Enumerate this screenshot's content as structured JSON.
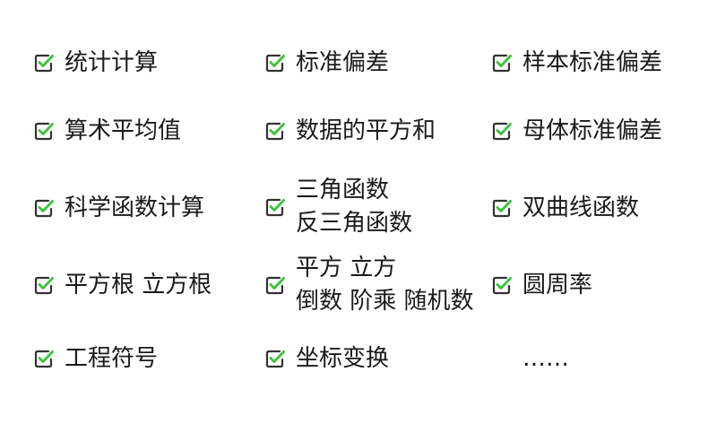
{
  "features": [
    {
      "lines": [
        "统计计算"
      ],
      "checked": true
    },
    {
      "lines": [
        "标准偏差"
      ],
      "checked": true
    },
    {
      "lines": [
        "样本标准偏差"
      ],
      "checked": true
    },
    {
      "lines": [
        "算术平均值"
      ],
      "checked": true
    },
    {
      "lines": [
        "数据的平方和"
      ],
      "checked": true
    },
    {
      "lines": [
        "母体标准偏差"
      ],
      "checked": true
    },
    {
      "lines": [
        "科学函数计算"
      ],
      "checked": true
    },
    {
      "lines": [
        "三角函数",
        "反三角函数"
      ],
      "checked": true
    },
    {
      "lines": [
        "双曲线函数"
      ],
      "checked": true
    },
    {
      "lines": [
        "平方根 立方根"
      ],
      "checked": true
    },
    {
      "lines": [
        "平方 立方",
        "倒数 阶乘 随机数"
      ],
      "checked": true
    },
    {
      "lines": [
        "圆周率"
      ],
      "checked": true
    },
    {
      "lines": [
        "工程符号"
      ],
      "checked": true
    },
    {
      "lines": [
        "坐标变换"
      ],
      "checked": true
    },
    {
      "lines": [
        "……"
      ],
      "checked": false
    }
  ],
  "colors": {
    "check_green": "#3ec43e",
    "check_dark": "#333333",
    "text": "#1a1a1a"
  },
  "icons": {
    "check": "checkbox-check-icon"
  }
}
